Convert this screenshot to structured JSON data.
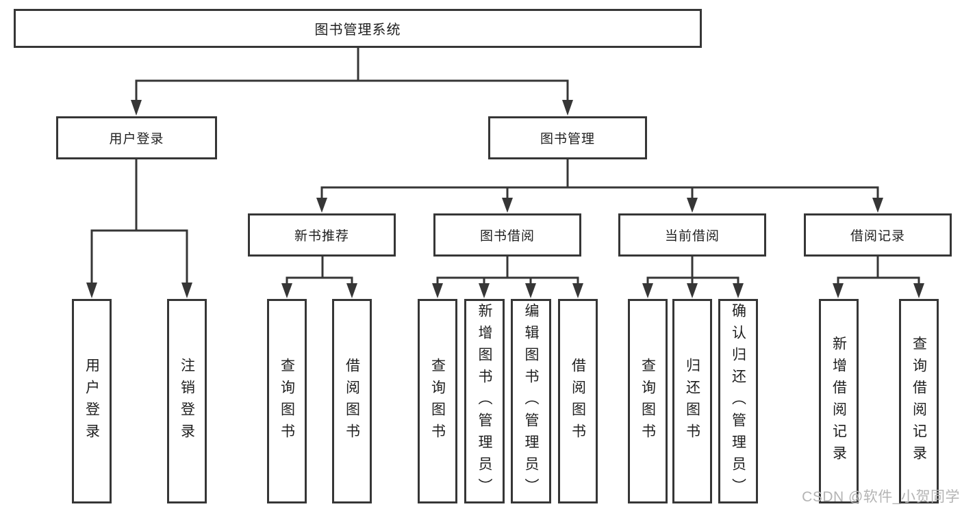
{
  "diagram": {
    "root": {
      "label": "图书管理系统"
    },
    "level2": [
      {
        "label": "用户登录",
        "children": [
          {
            "label": "用户登录"
          },
          {
            "label": "注销登录"
          }
        ]
      },
      {
        "label": "图书管理",
        "children": [
          {
            "label": "新书推荐",
            "children": [
              {
                "label": "查询图书"
              },
              {
                "label": "借阅图书"
              }
            ]
          },
          {
            "label": "图书借阅",
            "children": [
              {
                "label": "查询图书"
              },
              {
                "label": "新增图书（管理员）"
              },
              {
                "label": "编辑图书（管理员）"
              },
              {
                "label": "借阅图书"
              }
            ]
          },
          {
            "label": "当前借阅",
            "children": [
              {
                "label": "查询图书"
              },
              {
                "label": "归还图书"
              },
              {
                "label": "确认归还（管理员）"
              }
            ]
          },
          {
            "label": "借阅记录",
            "children": [
              {
                "label": "新增借阅记录"
              },
              {
                "label": "查询借阅记录"
              }
            ]
          }
        ]
      }
    ]
  },
  "watermark": {
    "text": "CSDN @软件_小贺同学"
  },
  "colors": {
    "line": "#363636",
    "text": "#1f1f1f",
    "watermark": "#b4b4b4",
    "background": "#ffffff"
  }
}
